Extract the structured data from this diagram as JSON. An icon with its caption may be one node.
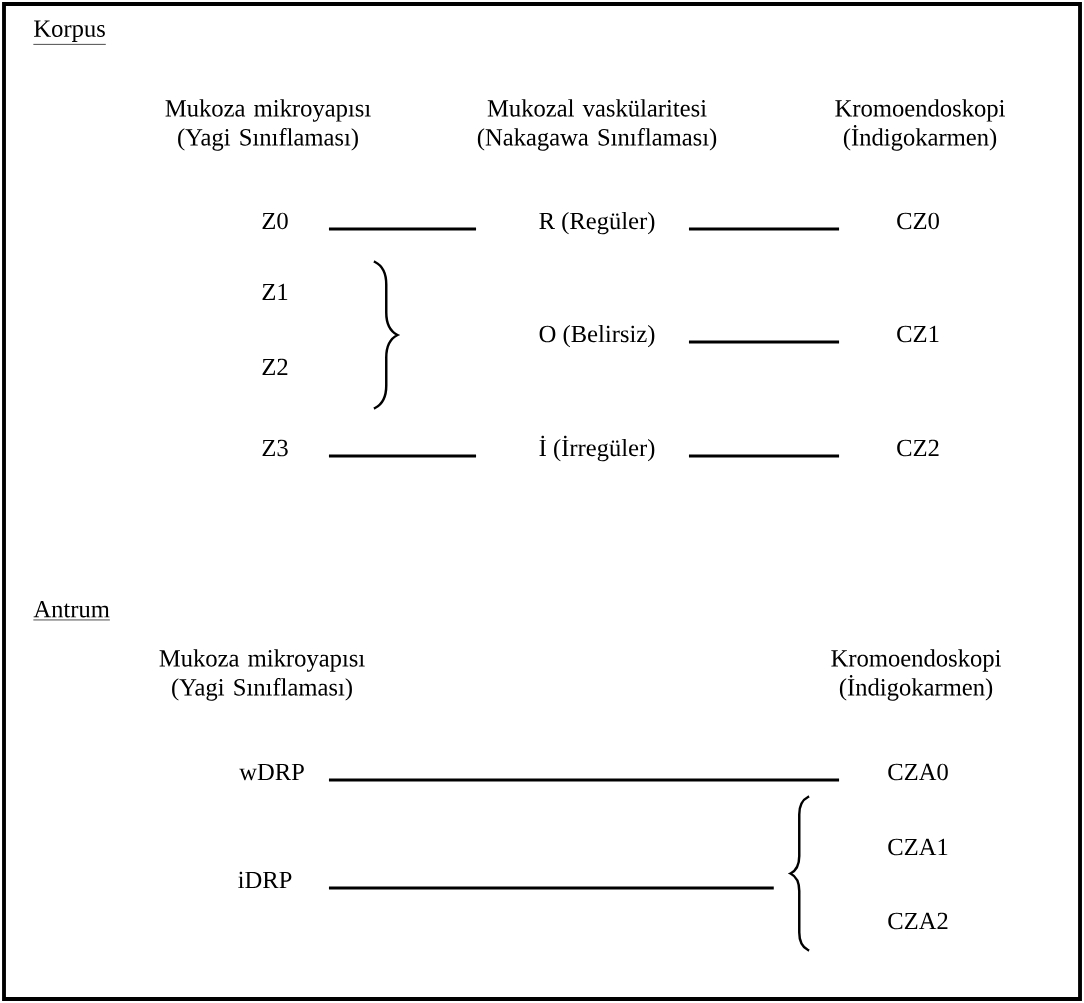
{
  "diagram": {
    "nodes": [
      {
        "text": [
          "Z0"
        ]
      },
      {
        "text": [
          "R (Regüler)"
        ]
      },
      {
        "text": [
          "CZ0"
        ]
      },
      {
        "text": [
          "Z1"
        ]
      },
      {
        "text": [
          "Z2"
        ]
      },
      {
        "text": [
          "O (Belirsiz)"
        ]
      },
      {
        "text": [
          "CZ1"
        ]
      },
      {
        "text": [
          "Z3"
        ]
      },
      {
        "text": [
          "İ (İrregüler)"
        ]
      },
      {
        "text": [
          "CZ2"
        ]
      },
      {
        "text": [
          "wDRP"
        ]
      },
      {
        "text": [
          "CZA0"
        ]
      },
      {
        "text": [
          "iDRP"
        ]
      },
      {
        "text": [
          "CZA1"
        ]
      },
      {
        "text": [
          "CZA2"
        ]
      }
    ],
    "edges": [
      {
        "from": 0,
        "to": 1,
        "arrow": "none"
      },
      {
        "from": 1,
        "to": 2,
        "arrow": "none"
      },
      {
        "from": 5,
        "to": 6,
        "arrow": "none"
      },
      {
        "from": 7,
        "to": 8,
        "arrow": "none"
      },
      {
        "from": 8,
        "to": 9,
        "arrow": "none"
      },
      {
        "from": 10,
        "to": 11,
        "arrow": "none"
      },
      {
        "from": 12,
        "to": null,
        "arrow": "none"
      }
    ],
    "labels": [
      "Korpus",
      "Mukoza mikroyapısı (Yagi Sınıflaması)",
      "Mukozal vaskülaritesi (Nakagawa Sınıflaması)",
      "Kromoendoskopi (İndigokarmen)",
      "Antrum",
      "Mukoza mikroyapısı (Yagi Sınıflaması)",
      "Kromoendoskopi (İndigokarmen)"
    ]
  }
}
